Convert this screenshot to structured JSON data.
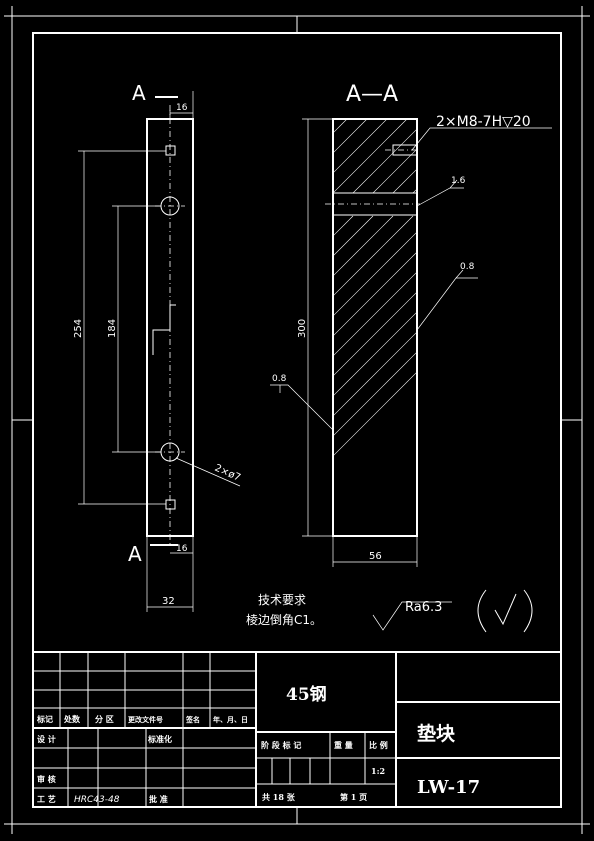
{
  "views": {
    "left_section_top": "A",
    "left_section_bottom": "A",
    "right_title": "A—A"
  },
  "dimensions": {
    "top_offset": "16",
    "bottom_offset": "16",
    "width_left": "32",
    "length_254": "254",
    "length_184": "184",
    "hole": "2×ø7",
    "length_300": "300",
    "width_right": "56",
    "thread": "2×M8-7H▽20",
    "rough_16": "1.6",
    "rough_08_right": "0.8",
    "rough_08_left": "0.8"
  },
  "notes": {
    "tech_title": "技术要求",
    "tech_line": "棱边倒角C1。",
    "roughness": "Ra6.3"
  },
  "title_block": {
    "material": "45钢",
    "part_name": "垫块",
    "drawing_no": "LW-17",
    "scale": "1:2",
    "mark": "标记",
    "count": "处数",
    "zone": "分 区",
    "change_doc": "更改文件号",
    "signature": "签名",
    "date": "年、月、日",
    "design": "设 计",
    "standardize": "标准化",
    "stage_mark": "阶 段 标 记",
    "weight": "重 量",
    "ratio": "比 例",
    "review": "审 核",
    "process": "工 艺",
    "hardness": "HRC43-48",
    "approve": "批 准",
    "total_sheets": "共 18 张",
    "sheet_no": "第 1 页"
  }
}
